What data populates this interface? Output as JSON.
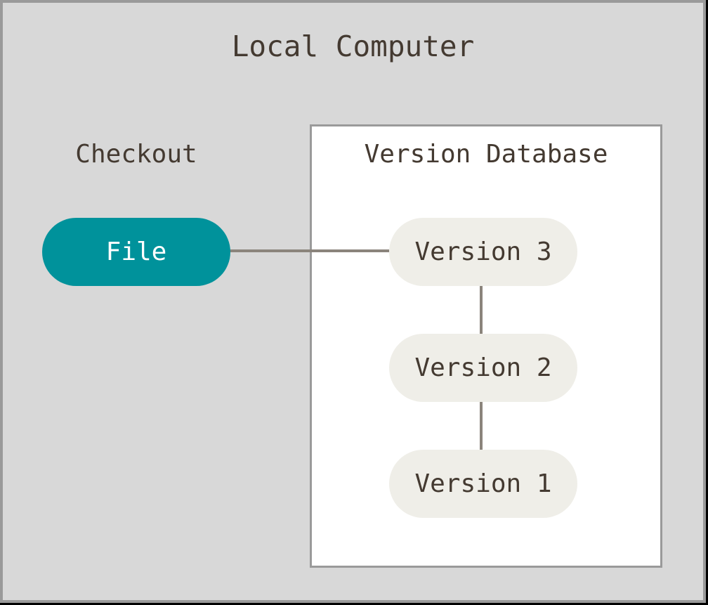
{
  "diagram": {
    "title": "Local Computer",
    "checkout": {
      "label": "Checkout"
    },
    "file_node": {
      "label": "File"
    },
    "version_database": {
      "title": "Version Database",
      "nodes": [
        {
          "label": "Version 3"
        },
        {
          "label": "Version 2"
        },
        {
          "label": "Version 1"
        }
      ]
    },
    "colors": {
      "background": "#d8d8d8",
      "frame_border": "#9a9a9a",
      "outer_edge": "#000000",
      "box_bg": "#ffffff",
      "box_border": "#9a9a9a",
      "file_fill": "#00929b",
      "file_text": "#ffffff",
      "version_fill": "#efeee8",
      "text": "#443a31",
      "connector": "#8b847c"
    }
  }
}
